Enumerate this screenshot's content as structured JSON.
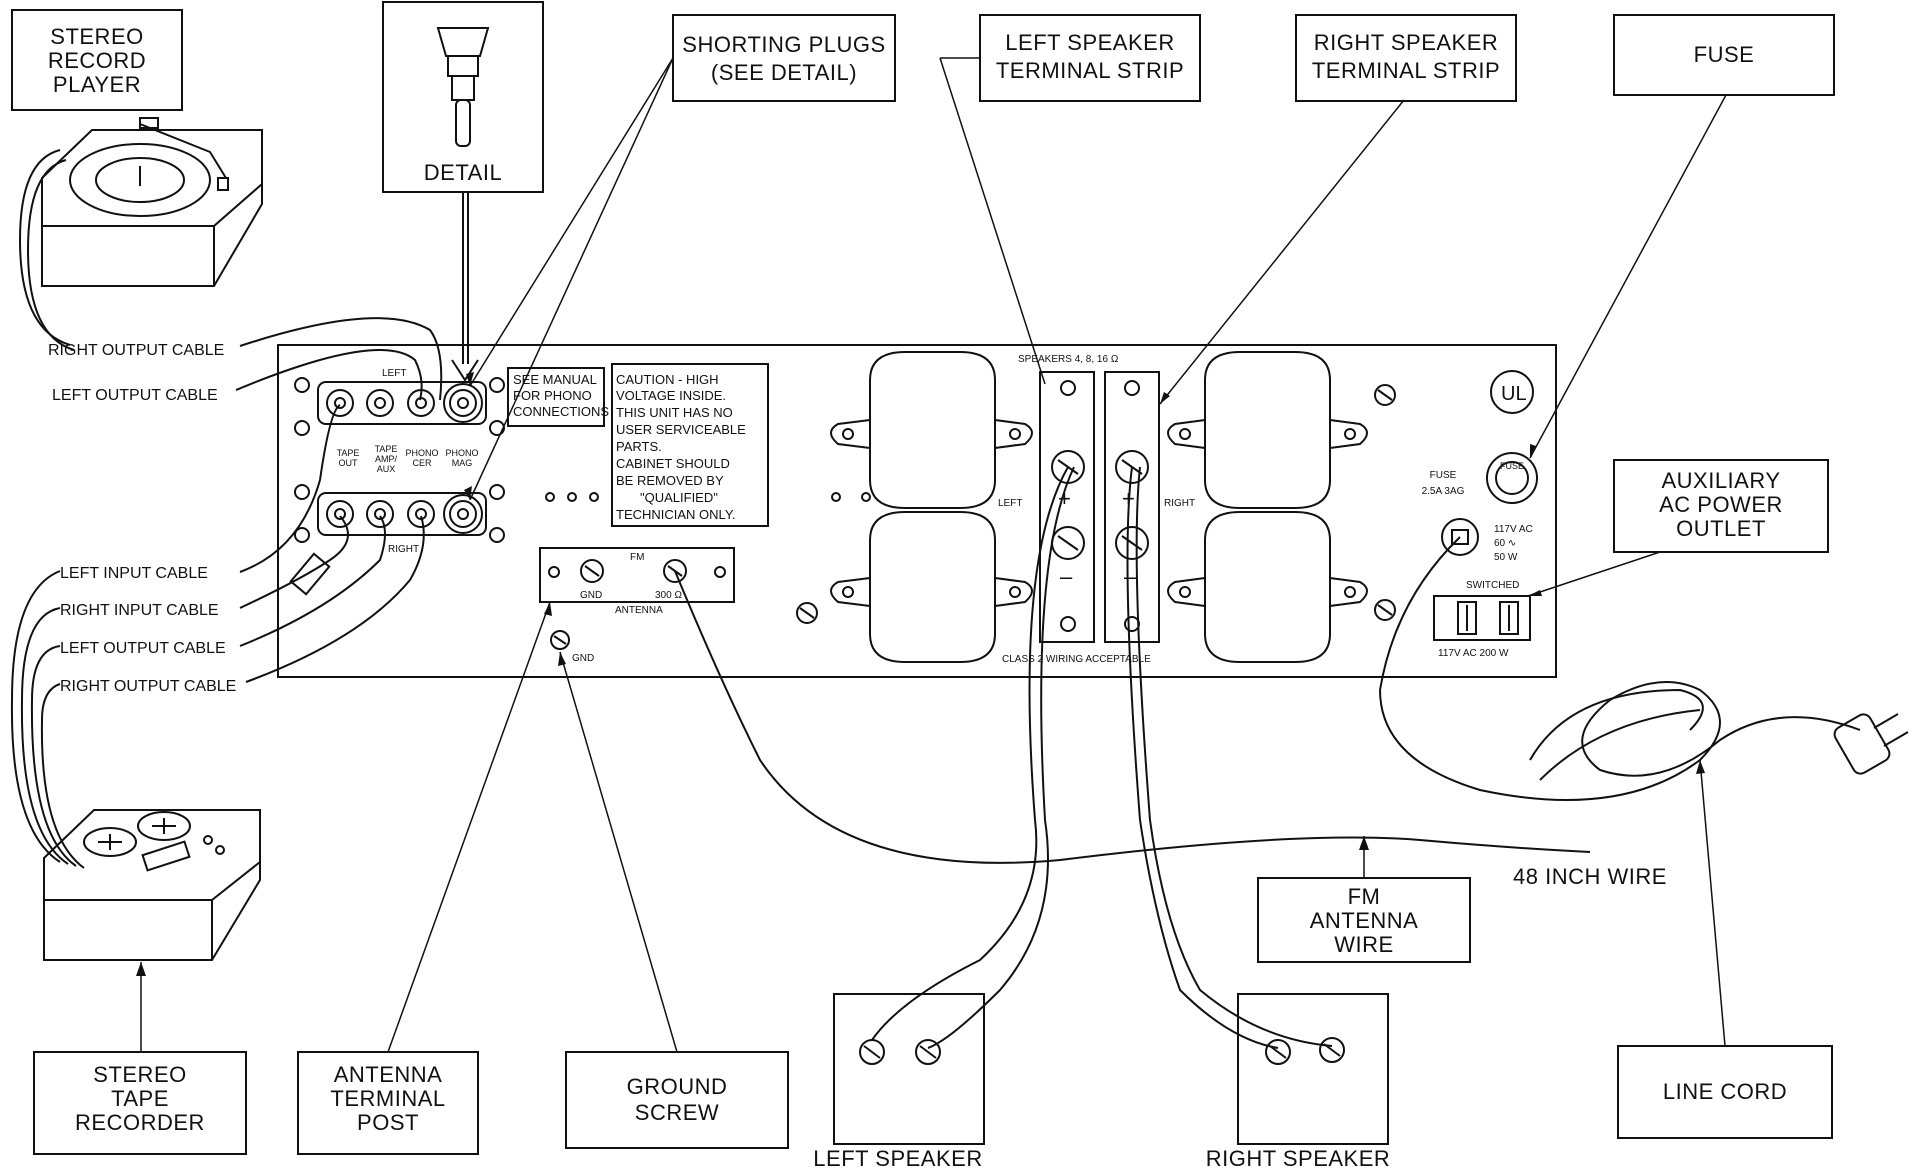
{
  "callouts": {
    "stereo_record_player": [
      "STEREO",
      "RECORD",
      "PLAYER"
    ],
    "detail": "DETAIL",
    "shorting_plugs": [
      "SHORTING PLUGS",
      "(SEE DETAIL)"
    ],
    "left_speaker_terminal_strip": [
      "LEFT SPEAKER",
      "TERMINAL  STRIP"
    ],
    "right_speaker_terminal_strip": [
      "RIGHT SPEAKER",
      "TERMINAL  STRIP"
    ],
    "fuse": "FUSE",
    "auxiliary_ac_power_outlet": [
      "AUXILIARY",
      "AC POWER",
      "OUTLET"
    ],
    "stereo_tape_recorder": [
      "STEREO",
      "TAPE",
      "RECORDER"
    ],
    "antenna_terminal_post": [
      "ANTENNA",
      "TERMINAL",
      "POST"
    ],
    "ground_screw": [
      "GROUND",
      "SCREW"
    ],
    "fm_antenna_wire": [
      "FM",
      "ANTENNA",
      "WIRE"
    ],
    "line_cord": "LINE CORD",
    "left_speaker": "LEFT SPEAKER",
    "right_speaker": "RIGHT SPEAKER",
    "forty_eight_inch_wire": "48 INCH WIRE"
  },
  "cables": {
    "right_output_top": "RIGHT OUTPUT CABLE",
    "left_output_top": "LEFT  OUTPUT CABLE",
    "left_input": "LEFT INPUT CABLE",
    "right_input": "RIGHT INPUT CABLE",
    "left_output_bottom": "LEFT OUTPUT CABLE",
    "right_output_bottom": "RIGHT OUTPUT CABLE"
  },
  "panel": {
    "left": "LEFT",
    "right": "RIGHT",
    "jacks": [
      "TAPE",
      "OUT",
      "TAPE",
      "AMP/",
      "AUX",
      "PHONO",
      "CER",
      "PHONO",
      "MAG"
    ],
    "manual_note": [
      "SEE MANUAL",
      "FOR PHONO",
      "CONNECTIONS"
    ],
    "caution": [
      "CAUTION - HIGH",
      "VOLTAGE INSIDE.",
      "THIS UNIT HAS NO",
      "USER SERVICEABLE",
      "PARTS.",
      "CABINET SHOULD",
      "BE REMOVED BY",
      "\"QUALIFIED\"",
      "TECHNICIAN ONLY."
    ],
    "fm": "FM",
    "gnd": "GND",
    "ohm300": "300 Ω",
    "antenna": "ANTENNA",
    "gnd_screw": "GND",
    "speakers": "SPEAKERS  4, 8, 16 Ω",
    "spk_left": "LEFT",
    "spk_right": "RIGHT",
    "plus": "+",
    "minus": "–",
    "class2": "CLASS 2 WIRING ACCEPTABLE",
    "ul": "UL",
    "fuse_label": [
      "FUSE",
      "2.5A  3AG"
    ],
    "fuse_cap": "FUSE",
    "ac_in": [
      "117V AC",
      "60 ∿",
      "50 W"
    ],
    "switched": "SWITCHED",
    "outlet_rating": "117V AC  200 W"
  }
}
